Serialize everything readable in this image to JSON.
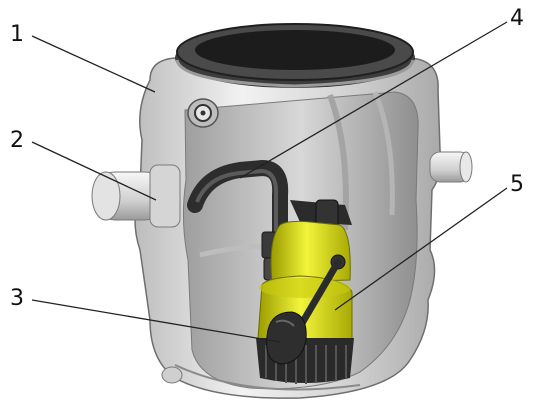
{
  "callouts": [
    {
      "id": "1",
      "label": "1"
    },
    {
      "id": "2",
      "label": "2"
    },
    {
      "id": "3",
      "label": "3"
    },
    {
      "id": "4",
      "label": "4"
    },
    {
      "id": "5",
      "label": "5"
    }
  ],
  "colors": {
    "tank_shell": "#d9d9d9",
    "tank_inner": "#c4c4c4",
    "rim": "#2a2a2a",
    "pump_body": "#e6e81a",
    "pump_dark": "#2b2b2b",
    "hose": "#3a3a3a",
    "leader_line": "#222222"
  }
}
